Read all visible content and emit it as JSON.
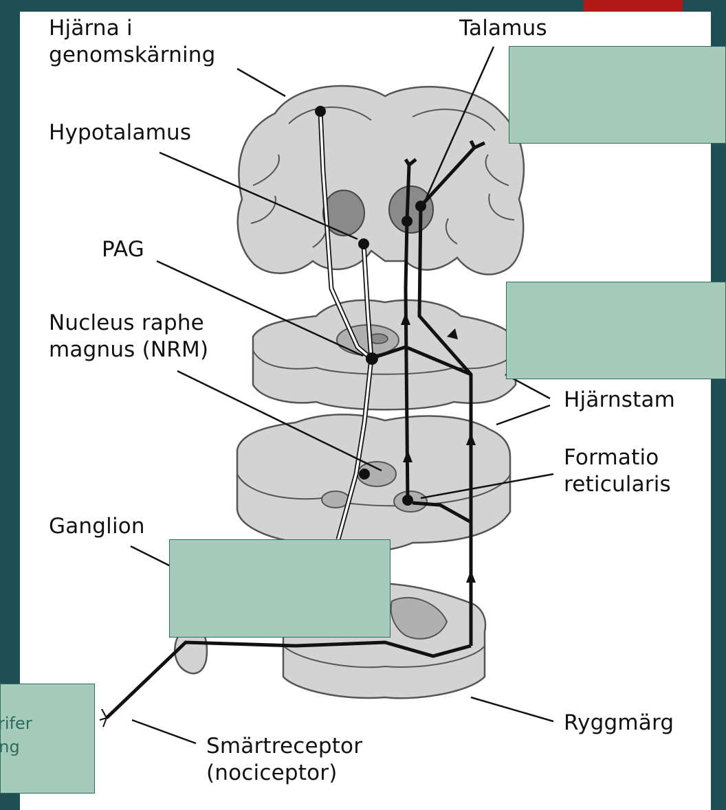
{
  "labels": {
    "brain_section": "Hjärna i\ngenomskärning",
    "thalamus": "Talamus",
    "hypothalamus": "Hypotalamus",
    "pag": "PAG",
    "nrm": "Nucleus raphe\nmagnus (NRM)",
    "brainstem": "Hjärnstam",
    "reticular": "Formatio\nreticularis",
    "ganglion": "Ganglion",
    "spinal_cord": "Ryggmärg",
    "nociceptor": "Smärtreceptor\n(nociceptor)"
  },
  "overlay_partial_text": "perifer\nering",
  "colors": {
    "background": "#1f4f55",
    "accent": "#b31a17",
    "overlay_fill": "#a6cbbb",
    "overlay_text": "#2d6a5f",
    "tissue": "#d3d3d3",
    "nucleus": "#8a8a8a"
  }
}
